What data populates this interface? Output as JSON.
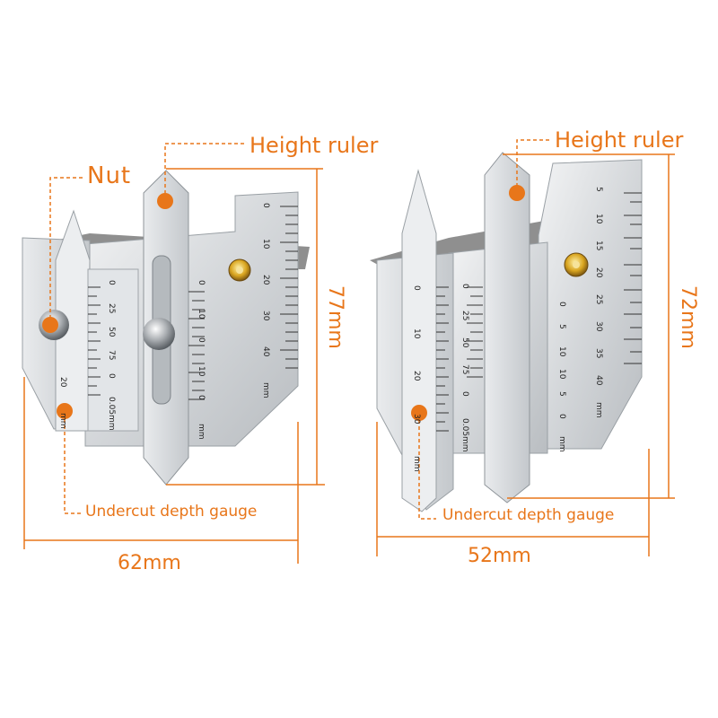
{
  "labels": {
    "left": {
      "nut": "Nut",
      "height_ruler": "Height ruler",
      "undercut": "Undercut depth gauge",
      "width": "62mm",
      "height": "77mm"
    },
    "right": {
      "height_ruler": "Height ruler",
      "undercut": "Undercut depth gauge",
      "width": "52mm",
      "height": "72mm"
    }
  },
  "scale_marks": {
    "left_main": [
      "0",
      "10",
      "20",
      "30",
      "40",
      "mm"
    ],
    "left_mid": [
      "0",
      "10",
      "0",
      "10",
      "0",
      "mm"
    ],
    "left_vernier": [
      "0",
      "25",
      "50",
      "75",
      "0",
      "0.05mm"
    ],
    "left_depth": [
      "20",
      "mm"
    ],
    "right_main": [
      "5",
      "10",
      "15",
      "20",
      "25",
      "30",
      "35",
      "40",
      "mm"
    ],
    "right_mid": [
      "0",
      "5",
      "10",
      "10",
      "5",
      "0",
      "mm"
    ],
    "right_vernier": [
      "0",
      "25",
      "50",
      "75",
      "0",
      "0.05mm"
    ],
    "right_depth": [
      "0",
      "10",
      "20",
      "30",
      "mm"
    ]
  },
  "colors": {
    "accent": "#e8761a",
    "steel": "#d6d9dc",
    "brass": "#d9a520"
  }
}
